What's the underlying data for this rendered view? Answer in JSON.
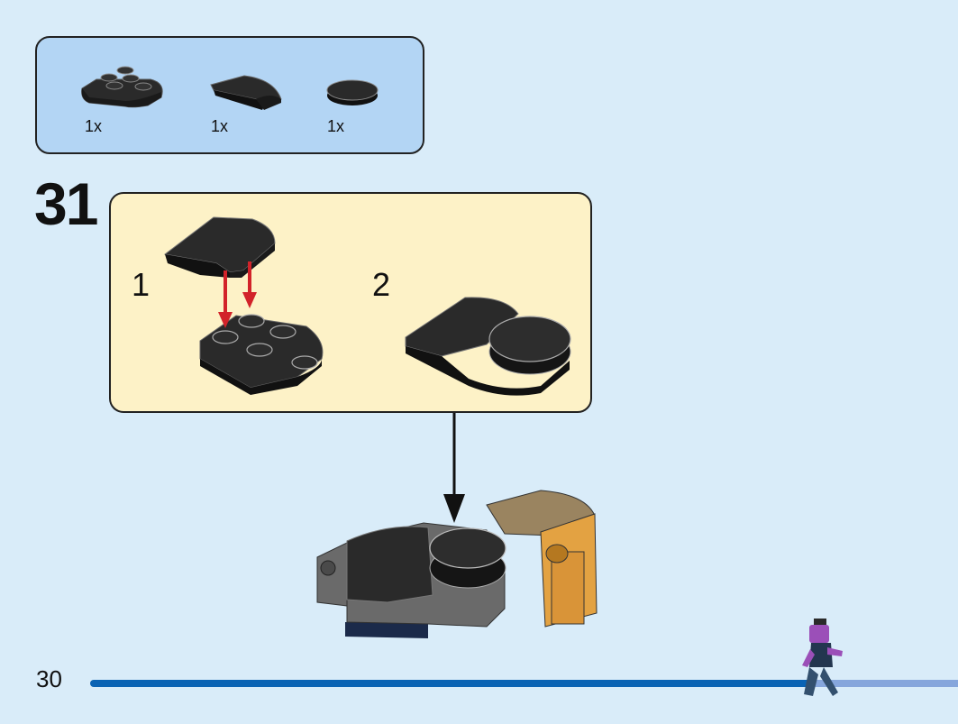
{
  "parts": [
    {
      "name": "plate-2x3-round",
      "qty": "1x"
    },
    {
      "name": "curved-slope",
      "qty": "1x"
    },
    {
      "name": "round-tile",
      "qty": "1x"
    }
  ],
  "step": {
    "number": "31"
  },
  "substeps": [
    {
      "number": "1"
    },
    {
      "number": "2"
    }
  ],
  "page": {
    "number": "30"
  },
  "colors": {
    "background": "#d9ecf9",
    "parts_panel": "#b3d5f4",
    "substep_panel": "#fdf2c7",
    "progress_bar": "#0a63b4",
    "arrow_red": "#d2232a"
  }
}
